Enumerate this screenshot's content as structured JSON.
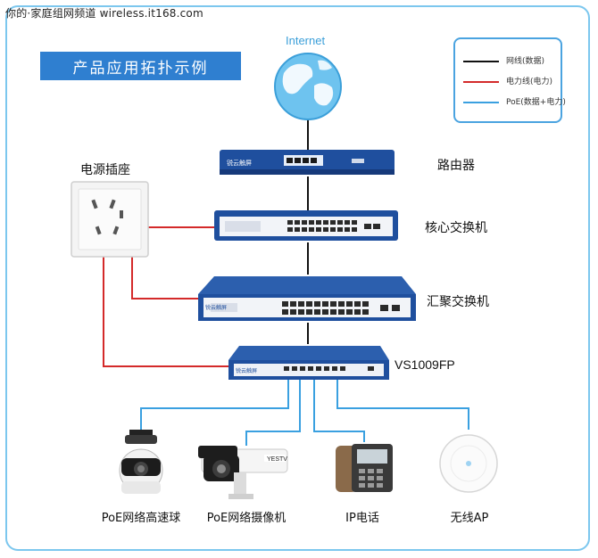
{
  "watermark": "你的·家庭组网频道 wireless.it168.com",
  "title": "产品应用拓扑示例",
  "internet_label": "Internet",
  "legend": [
    {
      "label": "网线(数据)",
      "color": "#111111"
    },
    {
      "label": "电力线(电力)",
      "color": "#d42a2a"
    },
    {
      "label": "PoE(数据+电力)",
      "color": "#3aa0e0"
    }
  ],
  "power_socket_label": "电源插座",
  "router_label": "路由器",
  "core_switch_label": "核心交换机",
  "aggregation_switch_label": "汇聚交换机",
  "access_switch_label": "VS1009FP",
  "brand_text": "锐云触屏",
  "devices": [
    {
      "label": "PoE网络高速球"
    },
    {
      "label": "PoE网络摄像机"
    },
    {
      "label": "IP电话"
    },
    {
      "label": "无线AP"
    }
  ],
  "camera_brand": "YESTV",
  "colors": {
    "data": "#111111",
    "power": "#d42a2a",
    "poe": "#3aa0e0",
    "switch_blue": "#1f4f9e",
    "accent": "#2f7fd0"
  }
}
